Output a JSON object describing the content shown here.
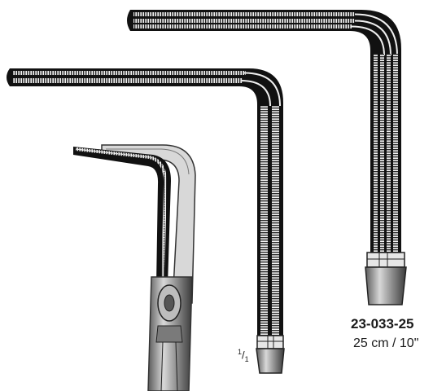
{
  "product": {
    "code": "23-033-25",
    "size": "25 cm / 10\""
  },
  "scale": {
    "numerator": "1",
    "slash": "/",
    "denominator": "1"
  }
}
